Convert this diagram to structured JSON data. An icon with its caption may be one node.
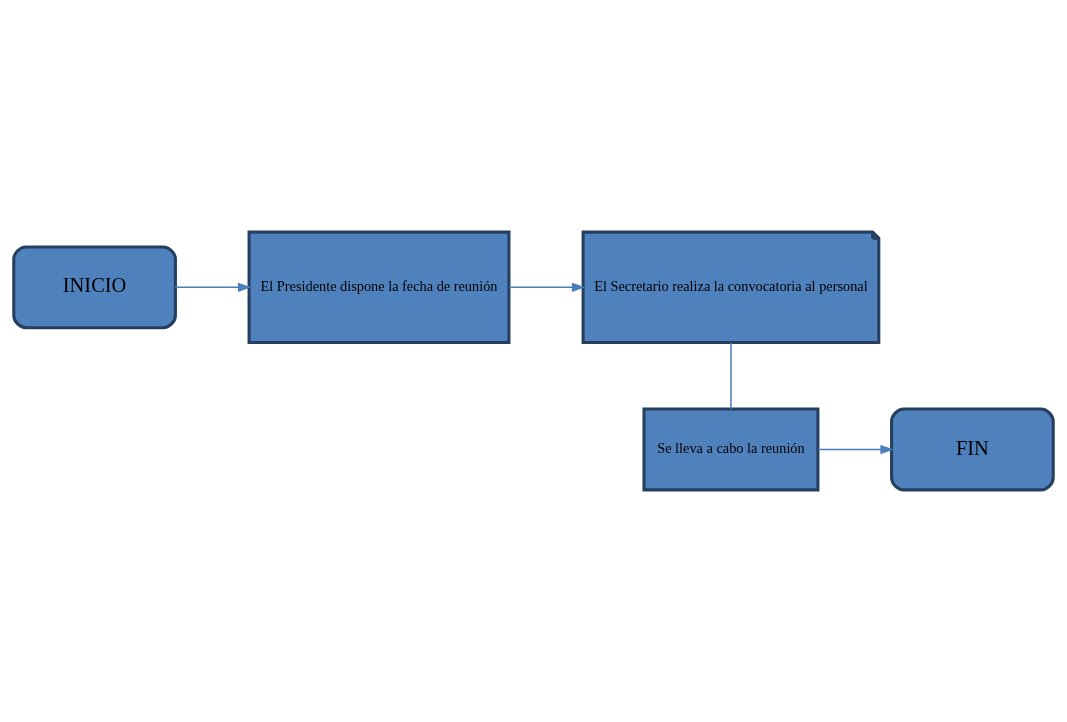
{
  "diagram": {
    "nodes": [
      {
        "text": [
          "INICIO"
        ]
      },
      {
        "text": [
          "El Presidente dispone la fecha de reunión"
        ]
      },
      {
        "text": [
          "El Secretario realiza la convocatoria al personal"
        ]
      },
      {
        "text": [
          "Se lleva a cabo la reunión"
        ]
      },
      {
        "text": [
          "FIN"
        ]
      }
    ],
    "edges": [
      {
        "from": 0,
        "to": 1,
        "arrow": "to"
      },
      {
        "from": 1,
        "to": 2,
        "arrow": "to"
      },
      {
        "from": 2,
        "to": 3,
        "arrow": "none"
      },
      {
        "from": 3,
        "to": 4,
        "arrow": "to"
      }
    ]
  }
}
